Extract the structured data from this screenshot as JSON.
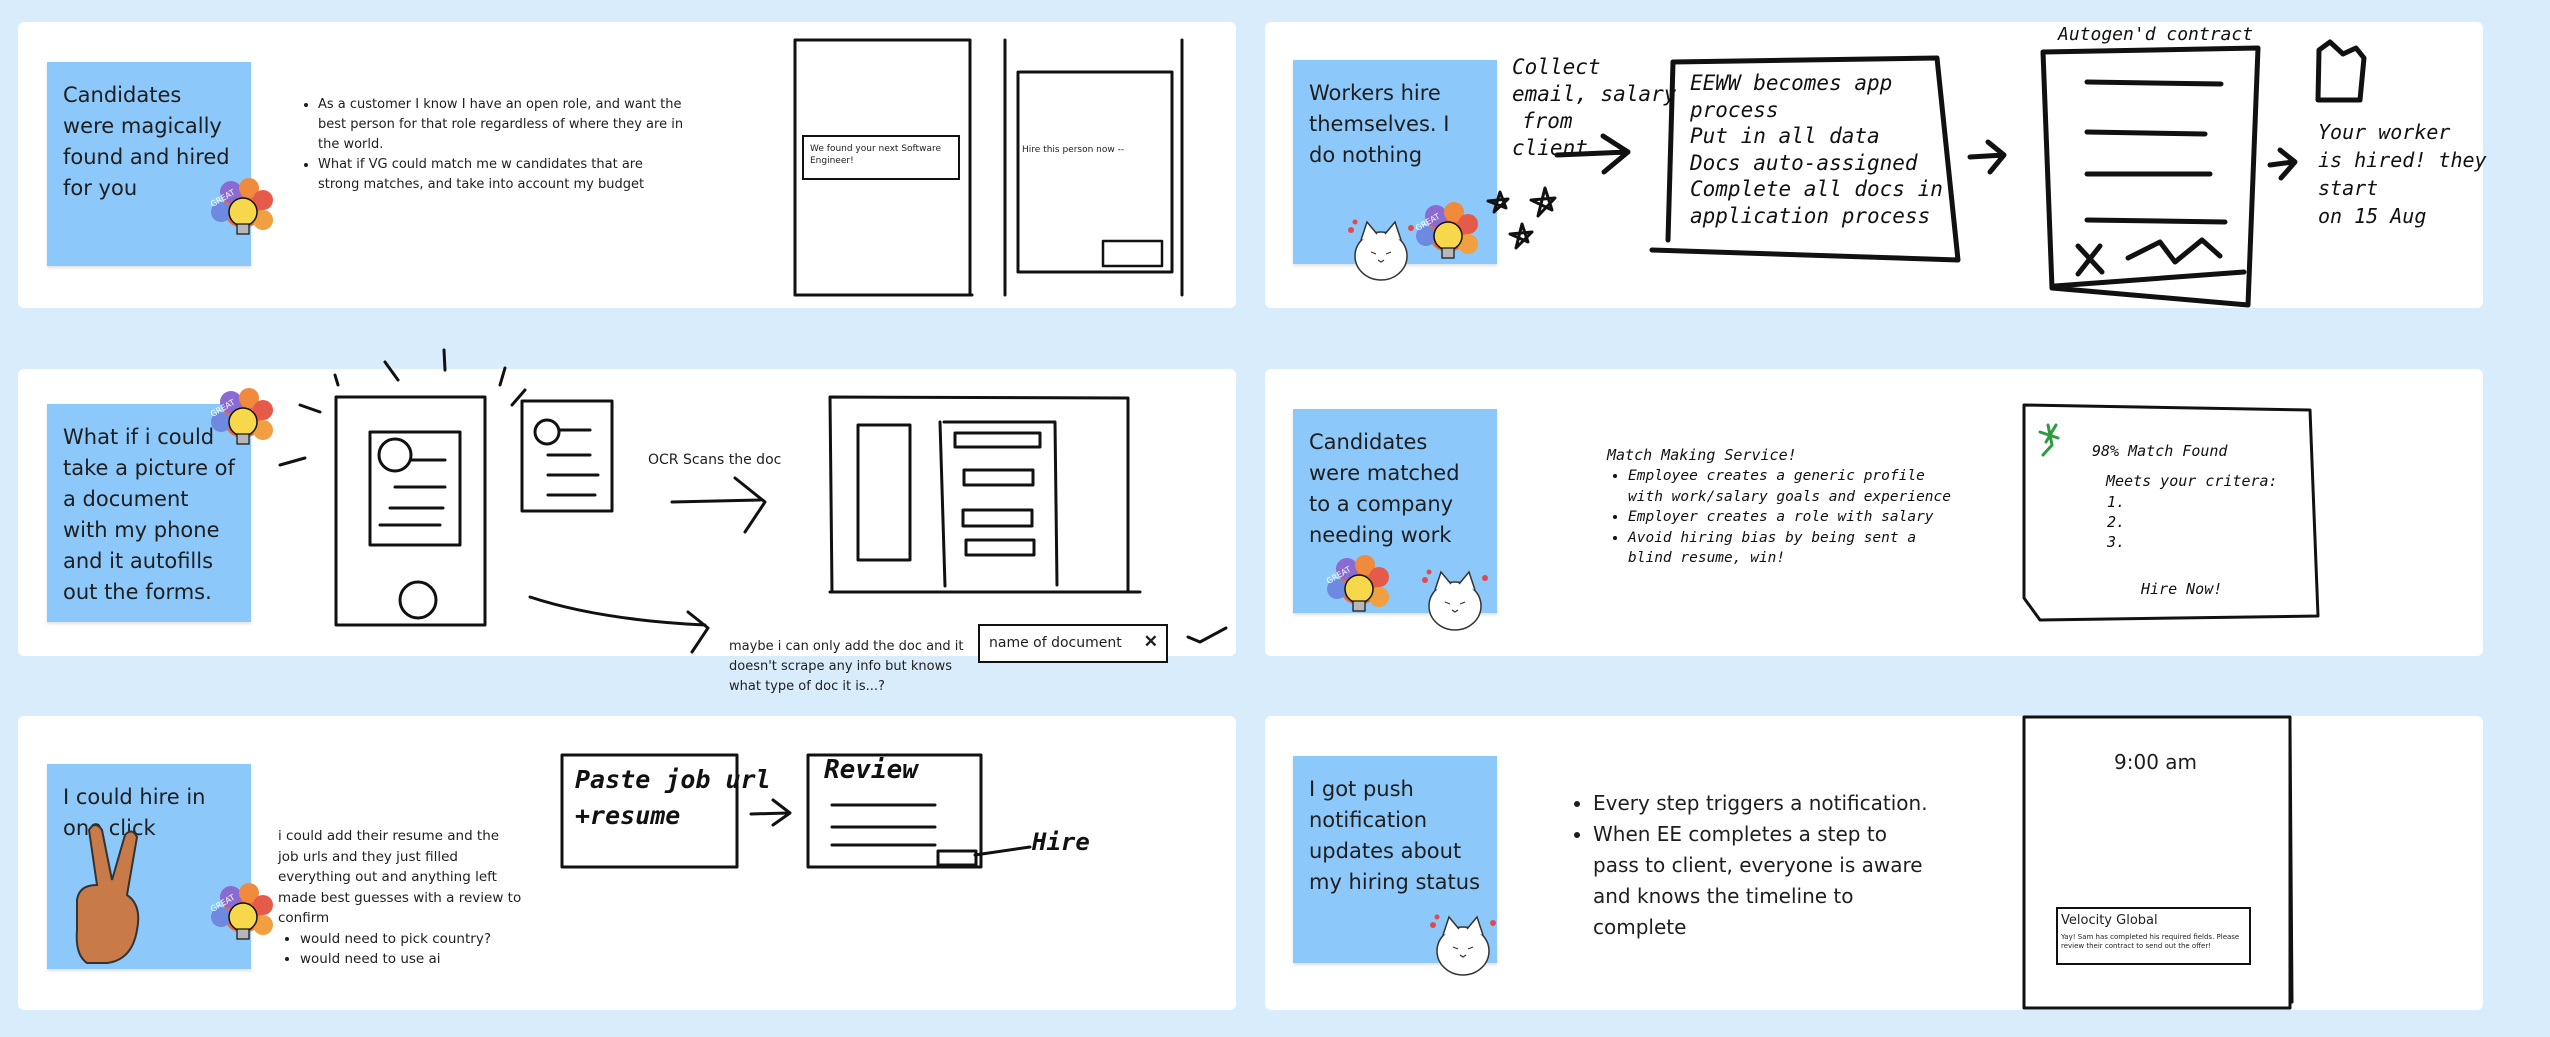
{
  "stickies": {
    "s1": "Candidates were magically found and hired for you",
    "s2": "Workers hire themselves. I do nothing",
    "s3": "What if i could take a picture of a document with my phone and it autofills out the forms.",
    "s4": "Candidates were matched to a company needing work",
    "s5": "I could hire in one click",
    "s6": "I got push notification updates about my hiring status"
  },
  "card1": {
    "bullets": [
      "As a customer I know I have an open role, and want the best person for that role regardless of where they are in the world.",
      "What if VG could match me w candidates that are strong matches, and take into account my budget"
    ],
    "found_box": "We found your next Software Engineer!",
    "hire_box": "Hire this person now --"
  },
  "card2": {
    "collect": [
      "Collect",
      "email, salary",
      "from",
      "client"
    ],
    "process": [
      "EEWW becomes app",
      "process",
      "Put in all data",
      "Docs auto-assigned",
      "Complete all docs in",
      "application process"
    ],
    "contract_title": "Autogen'd contract",
    "hired": [
      "Your worker",
      "is hired! they start",
      "on 15 Aug"
    ]
  },
  "card3": {
    "ocr": "OCR Scans the doc",
    "maybe": "maybe i can only add the doc and it doesn't scrape any info but knows what type of doc it is...?",
    "doc_field": "name of document",
    "doc_x": "✕"
  },
  "card4": {
    "title": "Match Making Service!",
    "bullets": [
      "Employee creates a generic profile with work/salary goals and experience",
      "Employer creates a role with salary",
      "Avoid hiring bias by being sent a blind resume, win!"
    ],
    "match": "98% Match Found",
    "meets": "Meets your critera:",
    "items": [
      "1.",
      "2.",
      "3."
    ],
    "hire": "Hire Now!"
  },
  "card5": {
    "text": "i could add their resume and the job urls and they just filled everything out and anything left made best guesses with a review to confirm",
    "bullets": [
      "would need to pick country?",
      "would need to use ai"
    ],
    "paste": [
      "Paste job url",
      "+resume"
    ],
    "review": "Review",
    "hire": "Hire"
  },
  "card6": {
    "bullets": [
      "Every step triggers a notification.",
      "When EE completes a step to pass to client, everyone is aware and knows the timeline to complete"
    ],
    "time": "9:00 am",
    "notif_title": "Velocity Global",
    "notif_body": "Yay! Sam has completed his required fields. Please review their contract to send out the offer!"
  },
  "sticker": {
    "label": "GREAT",
    "icon": "lightbulb-sticker-icon"
  },
  "colors": {
    "background": "#d9ecfb",
    "sticky": "#8cc8fa",
    "card": "#ffffff",
    "green": "#2e9b3e"
  }
}
